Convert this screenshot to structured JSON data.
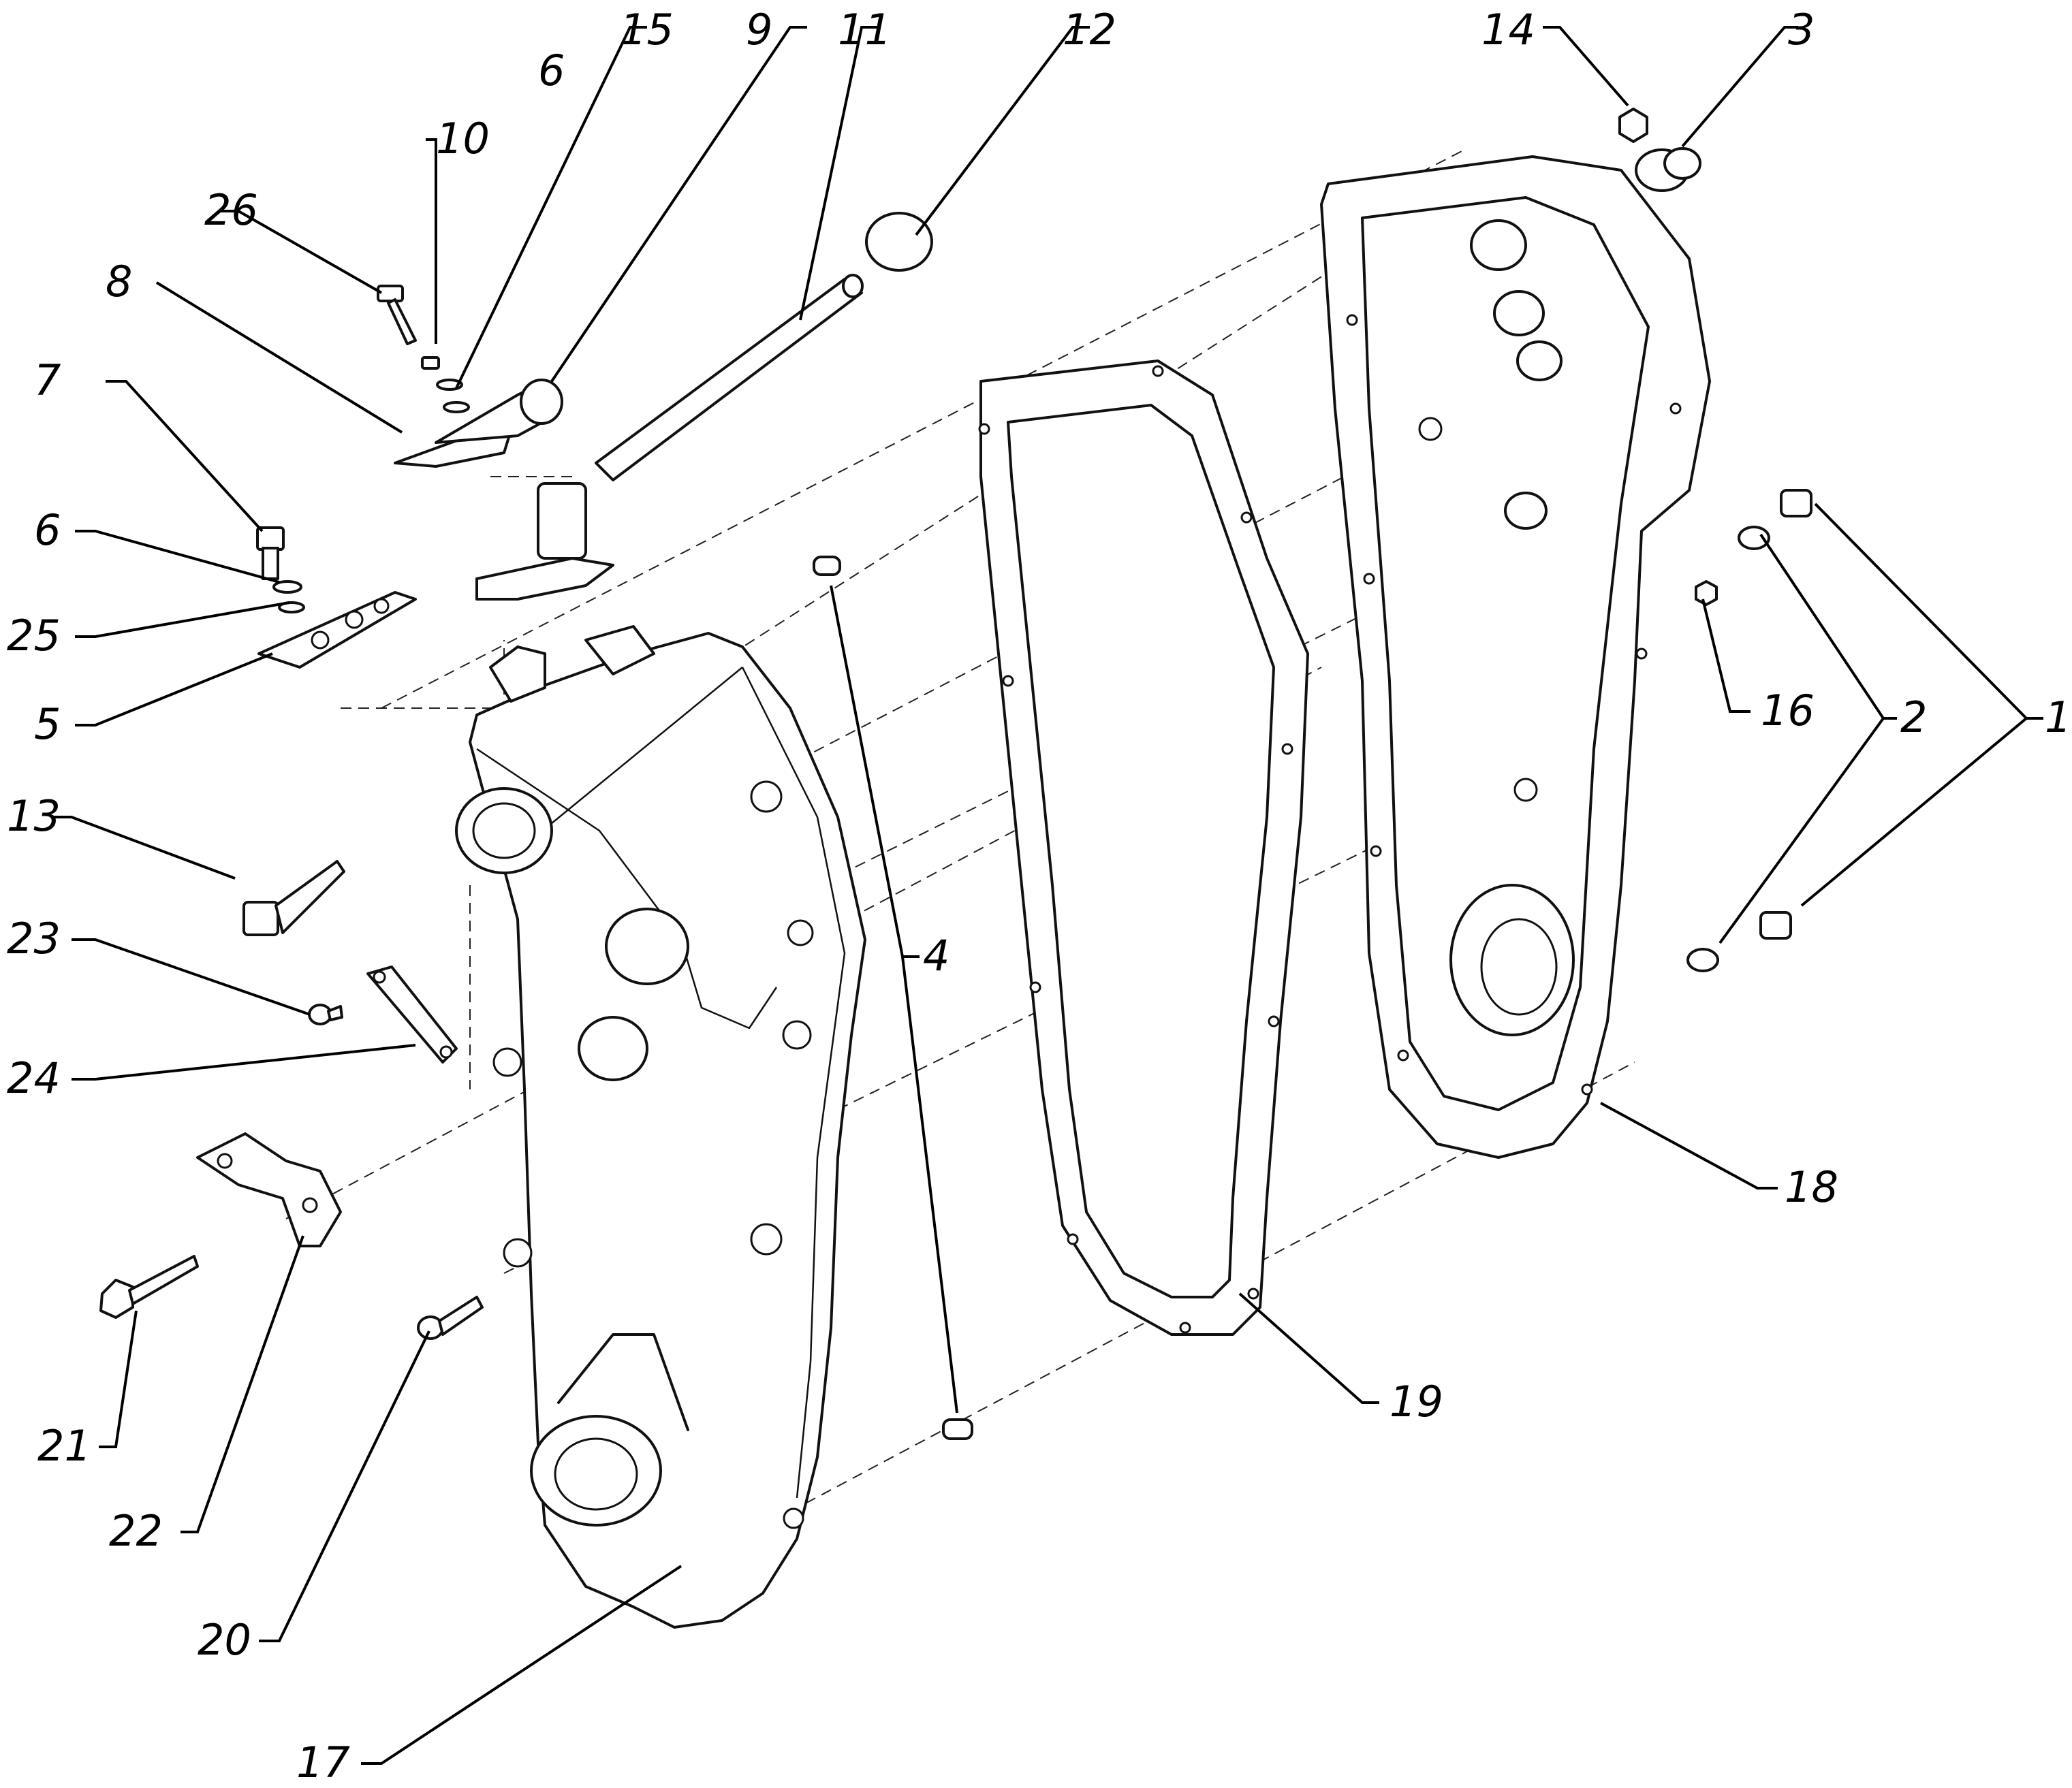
{
  "colors": {
    "line": "#111111",
    "background": "#ffffff"
  },
  "callouts": [
    {
      "id": "c1",
      "text": "1"
    },
    {
      "id": "c2",
      "text": "2"
    },
    {
      "id": "c3",
      "text": "3"
    },
    {
      "id": "c4",
      "text": "4"
    },
    {
      "id": "c5",
      "text": "5"
    },
    {
      "id": "c6a",
      "text": "6"
    },
    {
      "id": "c6b",
      "text": "6"
    },
    {
      "id": "c7",
      "text": "7"
    },
    {
      "id": "c8",
      "text": "8"
    },
    {
      "id": "c9",
      "text": "9"
    },
    {
      "id": "c10",
      "text": "10"
    },
    {
      "id": "c11",
      "text": "11"
    },
    {
      "id": "c12",
      "text": "12"
    },
    {
      "id": "c13",
      "text": "13"
    },
    {
      "id": "c14",
      "text": "14"
    },
    {
      "id": "c15",
      "text": "15"
    },
    {
      "id": "c16",
      "text": "16"
    },
    {
      "id": "c17",
      "text": "17"
    },
    {
      "id": "c18",
      "text": "18"
    },
    {
      "id": "c19",
      "text": "19"
    },
    {
      "id": "c20",
      "text": "20"
    },
    {
      "id": "c21",
      "text": "21"
    },
    {
      "id": "c22",
      "text": "22"
    },
    {
      "id": "c23",
      "text": "23"
    },
    {
      "id": "c24",
      "text": "24"
    },
    {
      "id": "c25",
      "text": "25"
    },
    {
      "id": "c26",
      "text": "26"
    }
  ]
}
